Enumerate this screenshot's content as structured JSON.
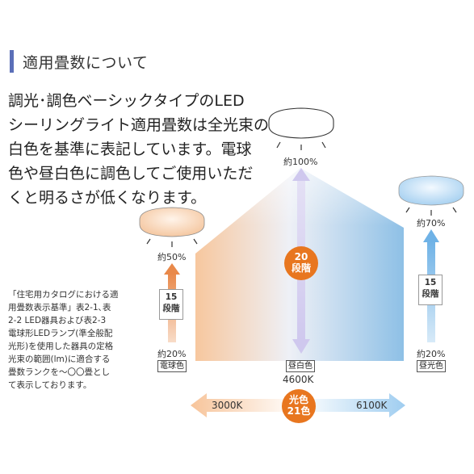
{
  "header": {
    "title": "適用畳数について"
  },
  "intro_lines": [
    "調光･調色ベーシックタイプのLED",
    "シーリングライト適用畳数は全光束の",
    "白色を基準に表記しています。電球",
    "色や昼白色に調色してご使用いただ",
    "くと明るさが低くなります。"
  ],
  "note_lines": [
    "「住宅用カタログにおける適",
    "用畳数表示基準」表2-1､表",
    "2-2 LED器具および表2-3",
    "電球形LEDランプ(準全般配",
    "光形)を使用した器具の定格",
    "光束の範囲(lm)に適合する",
    "畳数ランクを～〇〇畳とし",
    "て表示しております。"
  ],
  "diagram": {
    "center": {
      "top_label": "約100%",
      "color_tag": "昼白色",
      "kelvin": "4600K",
      "step_count": "20",
      "step_unit": "段階"
    },
    "left": {
      "top_label": "約50%",
      "step_count": "15",
      "step_unit": "段階",
      "bottom_label": "約20%",
      "color_tag": "電球色"
    },
    "right": {
      "top_label": "約70%",
      "step_count": "15",
      "step_unit": "段階",
      "bottom_label": "約20%",
      "color_tag": "昼光色"
    },
    "bottom": {
      "left_kelvin": "3000K",
      "right_kelvin": "6100K",
      "circle_line1": "光色",
      "circle_line2": "21色"
    }
  },
  "colors": {
    "accent_bar": "#5b6fb8",
    "warm": "#e8a36a",
    "cool": "#8fc3ea",
    "orange_circle": "#e8761f"
  }
}
